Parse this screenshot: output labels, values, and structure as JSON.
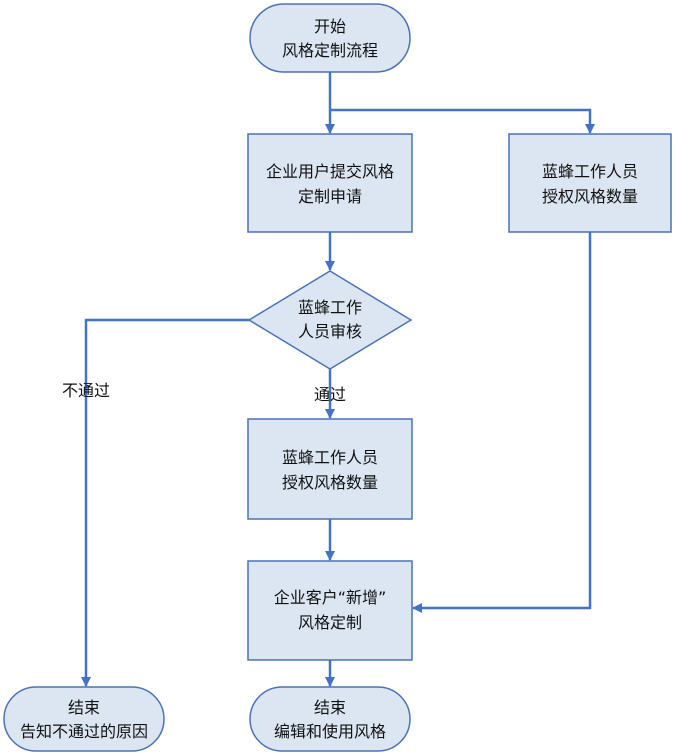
{
  "nodes": {
    "start": {
      "lines": [
        "开始",
        "风格定制流程"
      ]
    },
    "submit": {
      "lines": [
        "企业用户提交风格",
        "定制申请"
      ]
    },
    "authorize_right": {
      "lines": [
        "蓝蜂工作人员",
        "授权风格数量"
      ]
    },
    "review": {
      "lines": [
        "蓝蜂工作",
        "人员审核"
      ]
    },
    "authorize_mid": {
      "lines": [
        "蓝蜂工作人员",
        "授权风格数量"
      ]
    },
    "customize": {
      "lines": [
        "企业客户“新增”",
        "风格定制"
      ]
    },
    "end_left": {
      "lines": [
        "结束",
        "告知不通过的原因"
      ]
    },
    "end_right": {
      "lines": [
        "结束",
        "编辑和使用风格"
      ]
    }
  },
  "edges": {
    "reject_label": "不通过",
    "pass_label": "通过"
  },
  "colors": {
    "fill": "#dce6f2",
    "stroke": "#4a72b8",
    "arrow": "#4472c4"
  }
}
